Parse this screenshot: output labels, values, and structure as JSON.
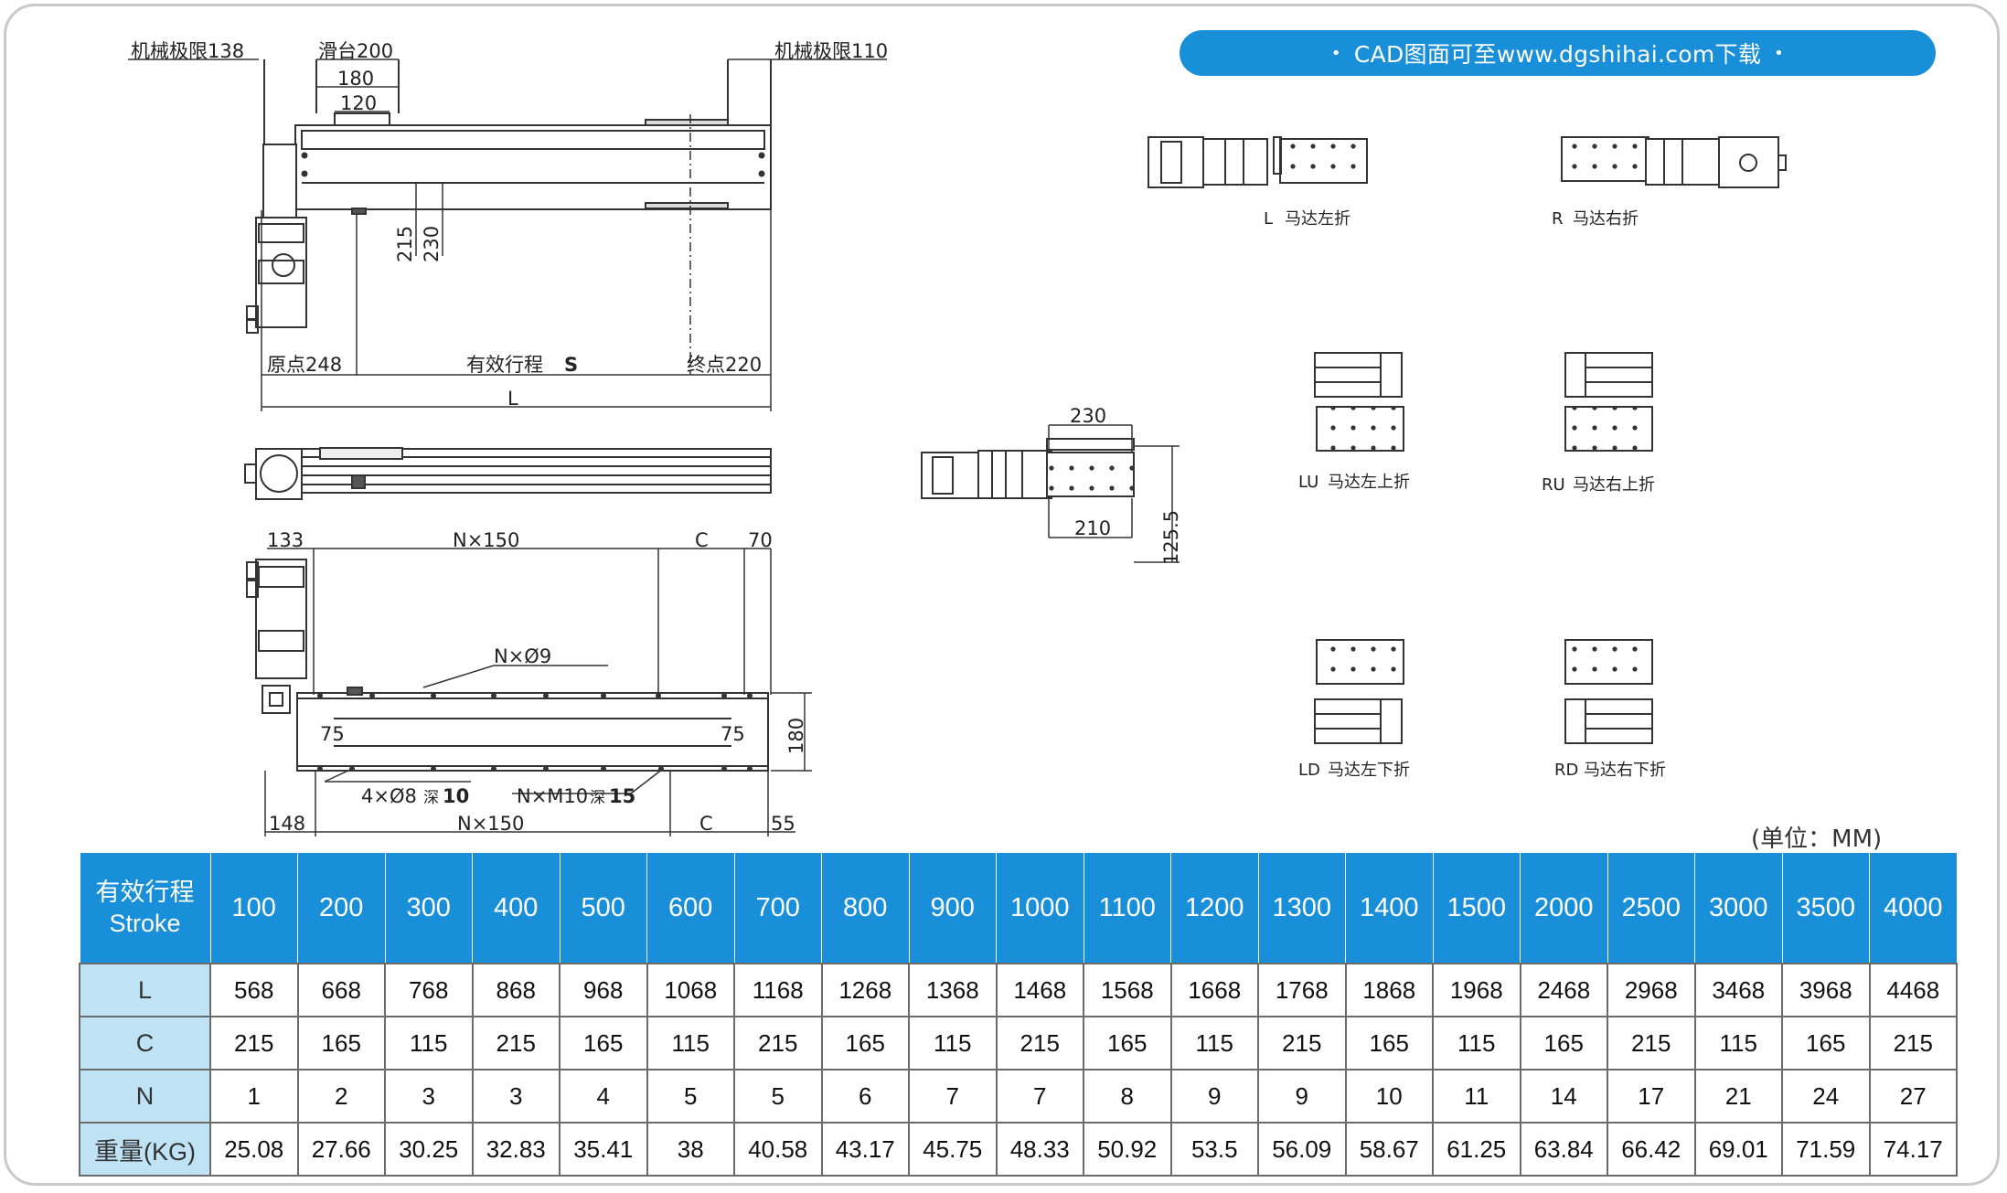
{
  "banner": {
    "text": "CAD图面可至www.dgshihai.com下载",
    "dot": "•",
    "color": "#1a8fd9"
  },
  "drawing": {
    "top_view": {
      "mech_limit_left": "机械极限138",
      "slide": "滑台200",
      "mech_limit_right": "机械极限110",
      "dim_180": "180",
      "dim_120": "120",
      "dim_215": "215",
      "dim_230": "230",
      "origin": "原点248",
      "stroke": "有效行程",
      "stroke_symbol": "S",
      "end": "终点220",
      "length": "L"
    },
    "bottom_view": {
      "dim_133": "133",
      "pitch_top": "N×150",
      "c_top": "C",
      "dim_70": "70",
      "holes": "N×Ø9",
      "dim_75_left": "75",
      "dim_75_right": "75",
      "dim_180": "180",
      "pins": "4×Ø8",
      "pins_depth_label": "深",
      "pins_depth": "10",
      "threads": "N×M10",
      "threads_depth_label": "深",
      "threads_depth": "15",
      "dim_148": "148",
      "pitch_bottom": "N×150",
      "c_bottom": "C",
      "dim_55": "55"
    },
    "end_view": {
      "dim_230": "230",
      "dim_210": "210",
      "dim_125_5": "125.5"
    },
    "motor_options": [
      {
        "code": "L",
        "label": "马达左折"
      },
      {
        "code": "R",
        "label": "马达右折"
      },
      {
        "code": "LU",
        "label": "马达左上折"
      },
      {
        "code": "RU",
        "label": "马达右上折"
      },
      {
        "code": "LD",
        "label": "马达左下折"
      },
      {
        "code": "RD",
        "label": "马达右下折"
      }
    ]
  },
  "unit_label": "(单位：MM)",
  "table": {
    "header_label_cn": "有效行程",
    "header_label_en": "Stroke",
    "strokes": [
      "100",
      "200",
      "300",
      "400",
      "500",
      "600",
      "700",
      "800",
      "900",
      "1000",
      "1100",
      "1200",
      "1300",
      "1400",
      "1500",
      "2000",
      "2500",
      "3000",
      "3500",
      "4000"
    ],
    "rows": [
      {
        "label": "L",
        "values": [
          "568",
          "668",
          "768",
          "868",
          "968",
          "1068",
          "1168",
          "1268",
          "1368",
          "1468",
          "1568",
          "1668",
          "1768",
          "1868",
          "1968",
          "2468",
          "2968",
          "3468",
          "3968",
          "4468"
        ]
      },
      {
        "label": "C",
        "values": [
          "215",
          "165",
          "115",
          "215",
          "165",
          "115",
          "215",
          "165",
          "115",
          "215",
          "165",
          "115",
          "215",
          "165",
          "115",
          "165",
          "215",
          "115",
          "165",
          "215"
        ]
      },
      {
        "label": "N",
        "values": [
          "1",
          "2",
          "3",
          "3",
          "4",
          "5",
          "5",
          "6",
          "7",
          "7",
          "8",
          "9",
          "9",
          "10",
          "11",
          "14",
          "17",
          "21",
          "24",
          "27"
        ]
      },
      {
        "label": "重量(KG)",
        "values": [
          "25.08",
          "27.66",
          "30.25",
          "32.83",
          "35.41",
          "38",
          "40.58",
          "43.17",
          "45.75",
          "48.33",
          "50.92",
          "53.5",
          "56.09",
          "58.67",
          "61.25",
          "63.84",
          "66.42",
          "69.01",
          "71.59",
          "74.17"
        ]
      }
    ]
  }
}
